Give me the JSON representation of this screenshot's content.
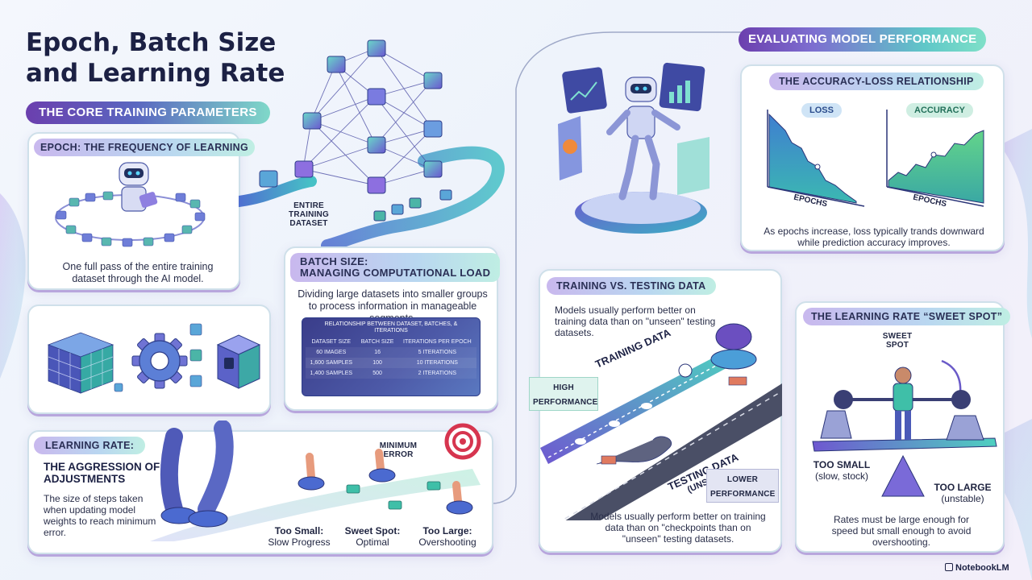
{
  "title_line1": "Epoch, Batch Size",
  "title_line2": "and Learning Rate",
  "section_core": "The Core Training Parameters",
  "section_eval": "Evaluating Model Performance",
  "epoch": {
    "header": "Epoch: The Frequency of Learning",
    "description": "One full pass of the entire training dataset through the AI model."
  },
  "dataset_label": "Entire Training Dataset",
  "batch": {
    "header_line1": "Batch Size:",
    "header_line2": "Managing Computational Load",
    "description": "Dividing large datasets into smaller groups to process information in manageable segments.",
    "table": {
      "title": "Relationship between dataset, batches, & iterations",
      "columns": [
        "Dataset size",
        "Batch size",
        "Iterations per epoch"
      ],
      "rows": [
        [
          "60 images",
          "16",
          "5 iterations"
        ],
        [
          "1,600 samples",
          "100",
          "10 iterations"
        ],
        [
          "1,400 samples",
          "500",
          "2 iterations"
        ]
      ]
    }
  },
  "learning_rate": {
    "header": "Learning Rate:",
    "subheader": "The Aggression of Adjustments",
    "description": "The size of steps taken when updating model weights to reach minimum error.",
    "minimum_error": "Minimum Error",
    "steps": [
      {
        "label": "Too Small:",
        "sub": "Slow Progress"
      },
      {
        "label": "Sweet Spot:",
        "sub": "Optimal"
      },
      {
        "label": "Too Large:",
        "sub": "Overshooting"
      }
    ]
  },
  "accuracy_loss": {
    "header": "The Accuracy-Loss Relationship",
    "loss_label": "Loss",
    "accuracy_label": "Accuracy",
    "x_label": "Epochs",
    "caption": "As epochs increase, loss typically trands downward while prediction accuracy improves."
  },
  "train_test": {
    "header": "Training vs. Testing Data",
    "top_text": "Models usually perform better on training data than on \"unseen\" testing datasets.",
    "high_performance": "High Performance",
    "training_data": "Training Data",
    "testing_data": "Testing Data",
    "unseen": "(Unseen)",
    "lower_performance": "Lower Performance",
    "bottom_text": "Models usually perform better on training data than on \"checkpoints than on \"unseen\" testing datasets."
  },
  "sweet_spot": {
    "header": "The Learning Rate “Sweet Spot”",
    "label": "Sweet Spot",
    "too_small": "Too Small",
    "too_small_sub": "(slow, stock)",
    "too_large": "Too Large",
    "too_large_sub": "(unstable)",
    "caption": "Rates must be large enough for speed but small enough to avoid overshooting."
  },
  "brand": "NotebookLM",
  "colors": {
    "purple": "#6c3fae",
    "blue": "#4b78c7",
    "teal": "#37b3a8",
    "navy": "#2a2f55"
  }
}
